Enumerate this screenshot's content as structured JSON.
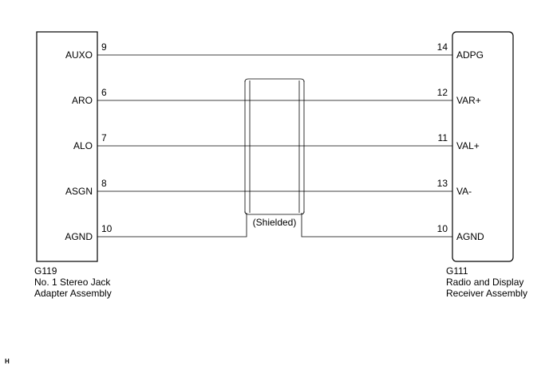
{
  "left_connector": {
    "code": "G119",
    "name_line1": "No. 1 Stereo Jack",
    "name_line2": "Adapter Assembly"
  },
  "right_connector": {
    "code": "G111",
    "name_line1": "Radio and Display",
    "name_line2": "Receiver Assembly"
  },
  "wires": [
    {
      "left_signal": "AUXO",
      "left_pin": "9",
      "right_pin": "14",
      "right_signal": "ADPG"
    },
    {
      "left_signal": "ARO",
      "left_pin": "6",
      "right_pin": "12",
      "right_signal": "VAR+"
    },
    {
      "left_signal": "ALO",
      "left_pin": "7",
      "right_pin": "11",
      "right_signal": "VAL+"
    },
    {
      "left_signal": "ASGN",
      "left_pin": "8",
      "right_pin": "13",
      "right_signal": "VA-"
    },
    {
      "left_signal": "AGND",
      "left_pin": "10",
      "right_pin": "10",
      "right_signal": "AGND"
    }
  ],
  "shield_label": "(Shielded)",
  "corner_mark": "H"
}
